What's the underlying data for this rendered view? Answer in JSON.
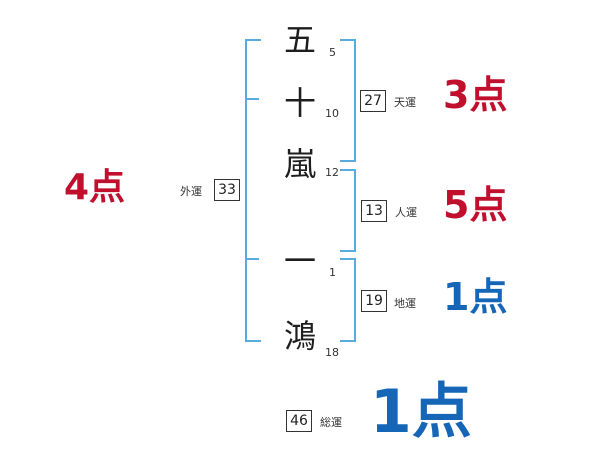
{
  "colors": {
    "good": "#c0102e",
    "bad": "#1666b8",
    "bracket": "#5aabdd"
  },
  "surname": [
    {
      "char": "五",
      "strokes": "5"
    },
    {
      "char": "十",
      "strokes": "10"
    },
    {
      "char": "嵐",
      "strokes": "12"
    }
  ],
  "given": [
    {
      "char": "一",
      "strokes": "1"
    },
    {
      "char": "鴻",
      "strokes": "18"
    }
  ],
  "fortunes": {
    "outer": {
      "label": "外運",
      "value": "33",
      "score": "4点",
      "rating": "good"
    },
    "heaven": {
      "label": "天運",
      "value": "27",
      "score": "3点",
      "rating": "good"
    },
    "person": {
      "label": "人運",
      "value": "13",
      "score": "5点",
      "rating": "good"
    },
    "earth": {
      "label": "地運",
      "value": "19",
      "score": "1点",
      "rating": "bad"
    },
    "total": {
      "label": "総運",
      "value": "46",
      "score": "1点",
      "rating": "bad"
    }
  }
}
